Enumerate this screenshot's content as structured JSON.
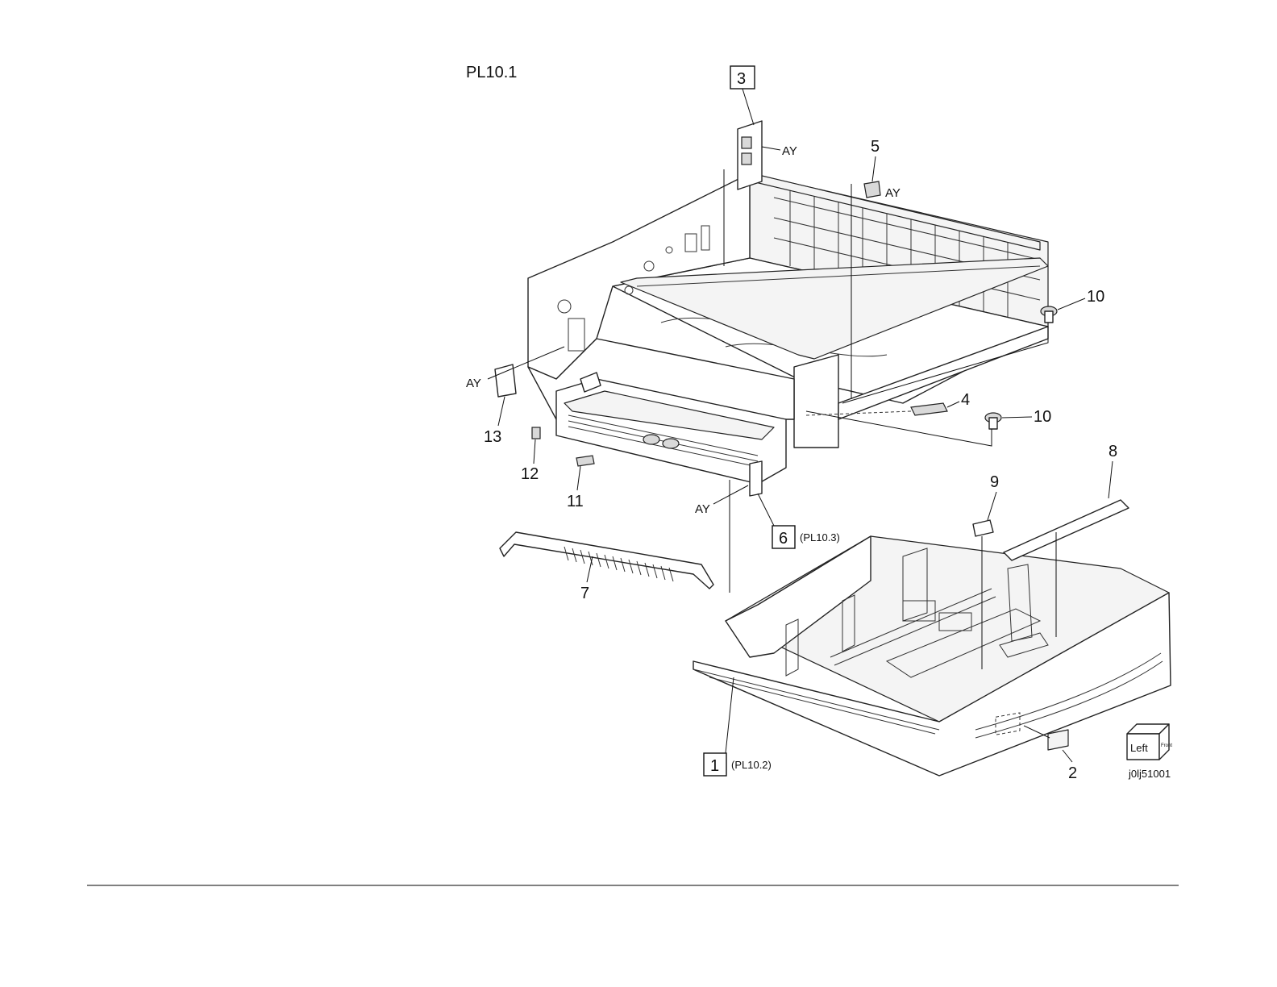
{
  "figure": {
    "plate_title": "PL10.1",
    "image_id": "j0lj51001",
    "orientation_cube": {
      "left": "Left",
      "front": "Front"
    }
  },
  "callouts": {
    "c1": "1",
    "c1_ref": "(PL10.2)",
    "c2": "2",
    "c3": "3",
    "c4": "4",
    "c5": "5",
    "c6": "6",
    "c6_ref": "(PL10.3)",
    "c7": "7",
    "c8": "8",
    "c9": "9",
    "c10a": "10",
    "c10b": "10",
    "c11": "11",
    "c12": "12",
    "c13": "13",
    "ay": "AY"
  }
}
